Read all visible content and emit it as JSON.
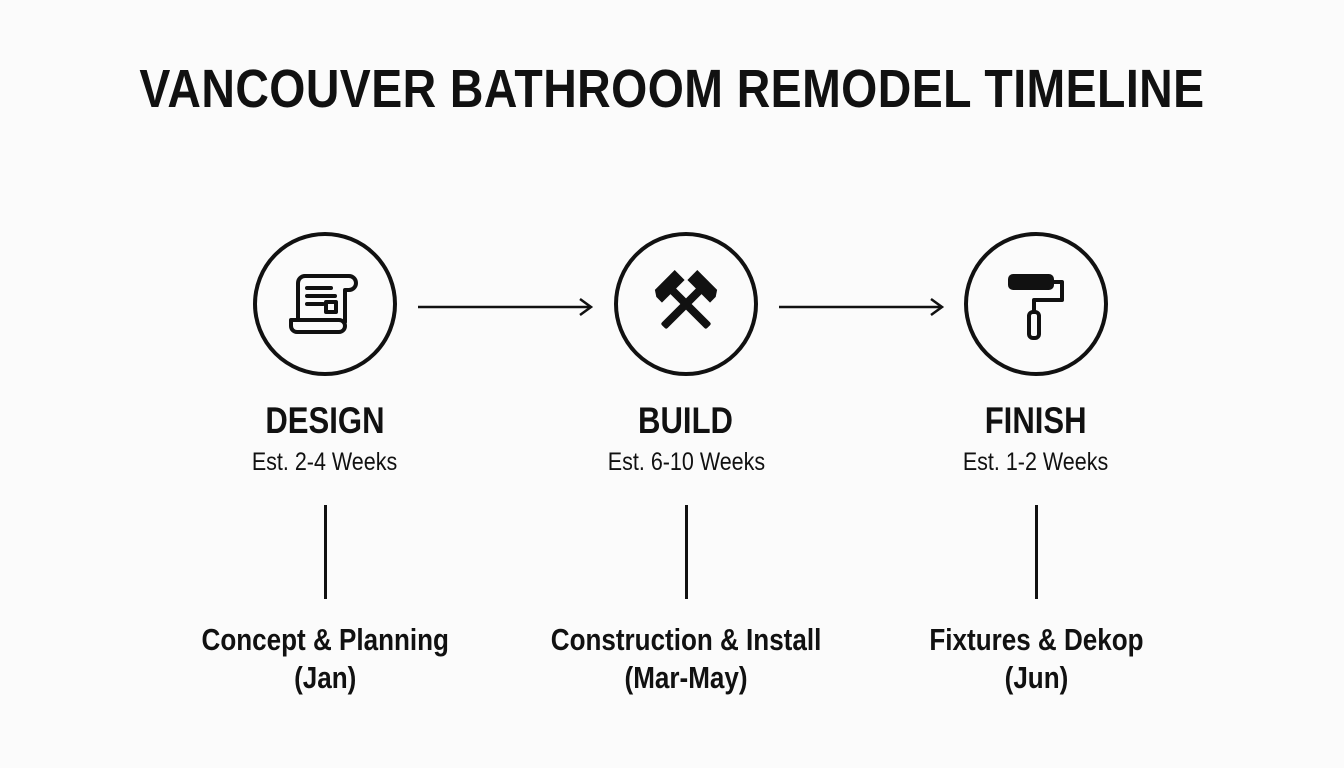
{
  "title": "VANCOUVER BATHROOM REMODEL TIMELINE",
  "stages": [
    {
      "name": "DESIGN",
      "estimate": "Est. 2-4 Weeks",
      "detail_line1": "Concept & Planning",
      "detail_line2": "(Jan)",
      "icon": "blueprint-scroll-icon"
    },
    {
      "name": "BUILD",
      "estimate": "Est. 6-10 Weeks",
      "detail_line1": "Construction & Install",
      "detail_line2": "(Mar-May)",
      "icon": "crossed-hammers-icon"
    },
    {
      "name": "FINISH",
      "estimate": "Est. 1-2 Weeks",
      "detail_line1": "Fixtures & Dekop",
      "detail_line2": "(Jun)",
      "icon": "paint-roller-icon"
    }
  ],
  "colors": {
    "background": "#fbfbfb",
    "ink": "#111111"
  }
}
